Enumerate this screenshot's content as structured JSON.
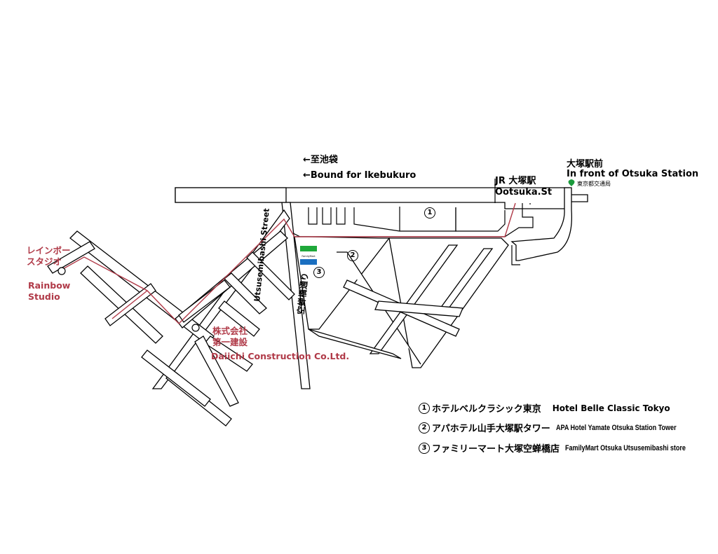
{
  "labels": {
    "ikebukuro_jp": "←至池袋",
    "ikebukuro_en": "←Bound for Ikebukuro",
    "jr_station_jp": "JR 大塚駅",
    "jr_station_en": "Ootsuka.St",
    "otsuka_ekimae_jp": "大塚駅前",
    "otsuka_ekimae_en": "In front of Otsuka Station",
    "toei_bureau": "東京都交通局",
    "rainbow_jp_line1": "レインボー",
    "rainbow_jp_line2": "スタジオ",
    "rainbow_en_line1": "Rainbow",
    "rainbow_en_line2": "Studio",
    "daiichi_jp_line1": "株式会社",
    "daiichi_jp_line2": "第一建設",
    "daiichi_en": "Daiichi Construction Co.Ltd.",
    "street_en": "Utsusemibashi Street",
    "street_jp": "空蝉橋通り",
    "familymart_sign": "FamilyMart"
  },
  "markers": {
    "m1": "1",
    "m2": "2",
    "m3": "3"
  },
  "legend": [
    {
      "num": "1",
      "jp": "ホテルベルクラシック東京",
      "en": "Hotel Belle Classic Tokyo"
    },
    {
      "num": "2",
      "jp": "アパホテル山手大塚駅タワー",
      "en": "APA Hotel Yamate Otsuka Station Tower"
    },
    {
      "num": "3",
      "jp": "ファミリーマート大塚空蝉橋店",
      "en": "FamilyMart Otsuka Utsusemibashi store"
    }
  ],
  "colors": {
    "route": "#b03a48",
    "label_red": "#b03a48",
    "familymart_green": "#1fa83a",
    "familymart_blue": "#1b6fc0",
    "toei_green": "#1a9a3c"
  },
  "icons": [
    "ginkgo-leaf-icon",
    "location-circle-icon"
  ]
}
